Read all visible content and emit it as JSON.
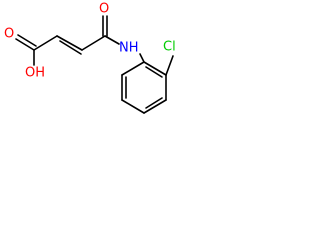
{
  "atoms": {
    "carbonyl_o_amide": {
      "label": "O",
      "color": "#ff0000"
    },
    "hydroxyl": {
      "label": "OH",
      "color": "#ff0000"
    },
    "carbonyl_o_acid": {
      "label": "O",
      "color": "#ff0000"
    },
    "amine": {
      "label": "NH",
      "color": "#0000ff"
    },
    "chlorine": {
      "label": "Cl",
      "color": "#00cc00"
    }
  },
  "colors": {
    "bond": "#000000",
    "background": "#ffffff"
  }
}
